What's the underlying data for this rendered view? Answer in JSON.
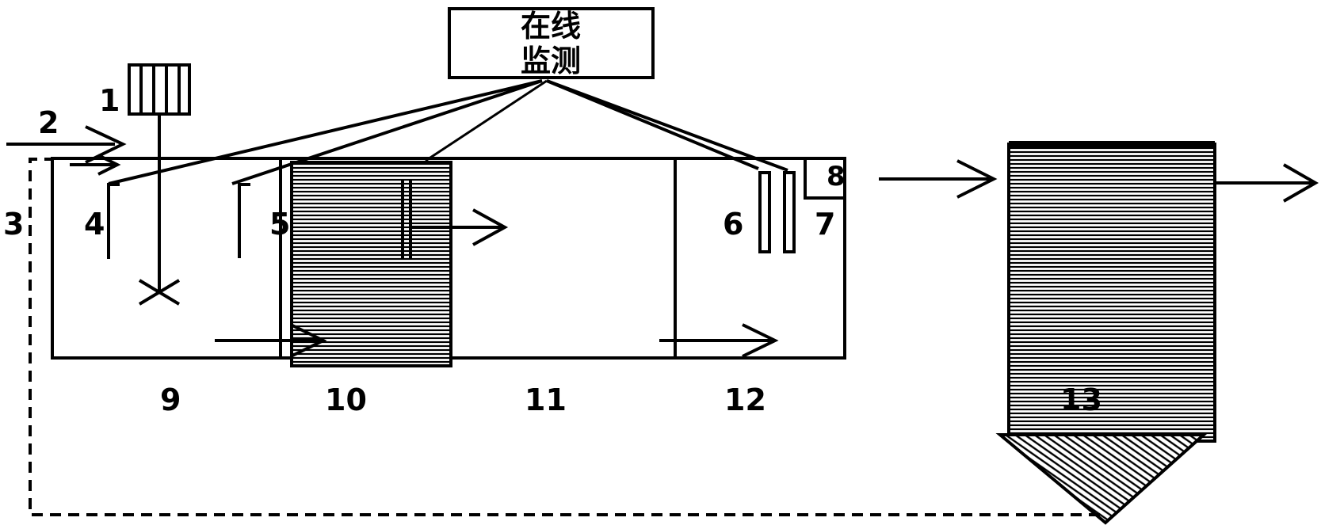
{
  "monitor": {
    "line1": "在线",
    "line2": "监测"
  },
  "labels": {
    "n1": "1",
    "n2": "2",
    "n3": "3",
    "n4": "4",
    "n5": "5",
    "n6": "6",
    "n7": "7",
    "n8": "8",
    "n9": "9",
    "n10": "10",
    "n11": "11",
    "n12": "12",
    "n13": "13"
  },
  "colors": {
    "ink": "#000000",
    "background": "#ffffff"
  },
  "icons": [
    "stirrer-motor-icon",
    "stirrer-blade-icon",
    "flow-arrow-icon"
  ]
}
